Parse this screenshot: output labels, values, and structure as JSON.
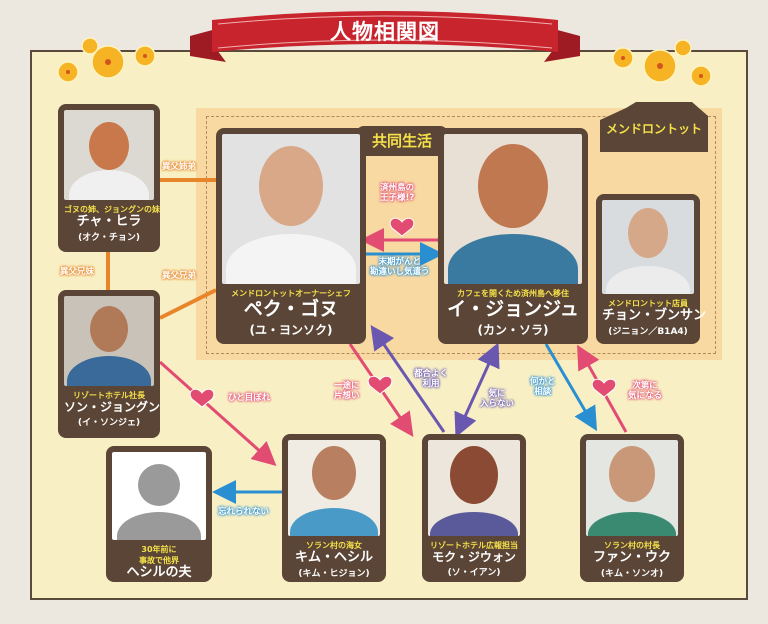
{
  "title": "人物相関図",
  "zones": {
    "shared_life": "共同生活",
    "restaurant": "メンドロントット"
  },
  "colors": {
    "board_bg": "#f8f0c4",
    "zone_bg": "#f8d9a2",
    "card_bg": "#5a4536",
    "role_text": "#f5e14a",
    "ribbon": "#c8242e",
    "orange": "#e8852a",
    "pink": "#e24c72",
    "blue": "#2a8fd0",
    "purple": "#6a58b0",
    "flower": "#f6b324"
  },
  "characters": {
    "cha_hira": {
      "role": "ゴヌの姉、ジョングンの妹",
      "name": "チャ・ヒラ",
      "actor": "(オク・チョン)"
    },
    "son_jonggun": {
      "role": "リゾートホテル社長",
      "name": "ソン・ジョングン",
      "actor": "(イ・ソンジェ)"
    },
    "baek_gonu": {
      "role": "メンドロントットオーナーシェフ",
      "name": "ペク・ゴヌ",
      "actor": "(ユ・ヨンソク)"
    },
    "lee_jeongju": {
      "role": "カフェを開くため済州島へ移住",
      "name": "イ・ジョンジュ",
      "actor": "(カン・ソラ)"
    },
    "jeong_bunsan": {
      "role": "メンドロントット店員",
      "name": "チョン・ブンサン",
      "actor": "(ジニョン／B1A4)"
    },
    "hesil_husband": {
      "role_line1": "30年前に",
      "role_line2": "事故で他界",
      "name": "ヘシルの夫"
    },
    "kim_hesil": {
      "role": "ソラン村の海女",
      "name": "キム・ヘシル",
      "actor": "(キム・ヒジョン)"
    },
    "mok_jiwon": {
      "role": "リゾートホテル広報担当",
      "name": "モク・ジウォン",
      "actor": "(ソ・イアン)"
    },
    "hwang_uk": {
      "role": "ソラン村の村長",
      "name": "ファン・ウク",
      "actor": "(キム・ソンオ)"
    }
  },
  "relations": {
    "hira_gonu": "異父姉弟",
    "hira_jonggun": "異父兄妹",
    "jonggun_gonu": "異父兄弟",
    "jeongju_to_gonu": [
      "済州島の",
      "王子様!?"
    ],
    "gonu_to_jeongju": [
      "末期がんと",
      "勘違いし気遣う"
    ],
    "jonggun_to_hesil": "ひと目ぼれ",
    "gonu_to_hesil": [
      "一途に",
      "片想い"
    ],
    "jiwon_to_gonu": [
      "都合よく",
      "利用"
    ],
    "jiwon_jeongju": [
      "気に",
      "入らない"
    ],
    "jeongju_to_uk": [
      "何かと",
      "相談"
    ],
    "uk_to_jeongju": [
      "次第に",
      "気になる"
    ],
    "hesil_to_husband": "忘れられない"
  }
}
